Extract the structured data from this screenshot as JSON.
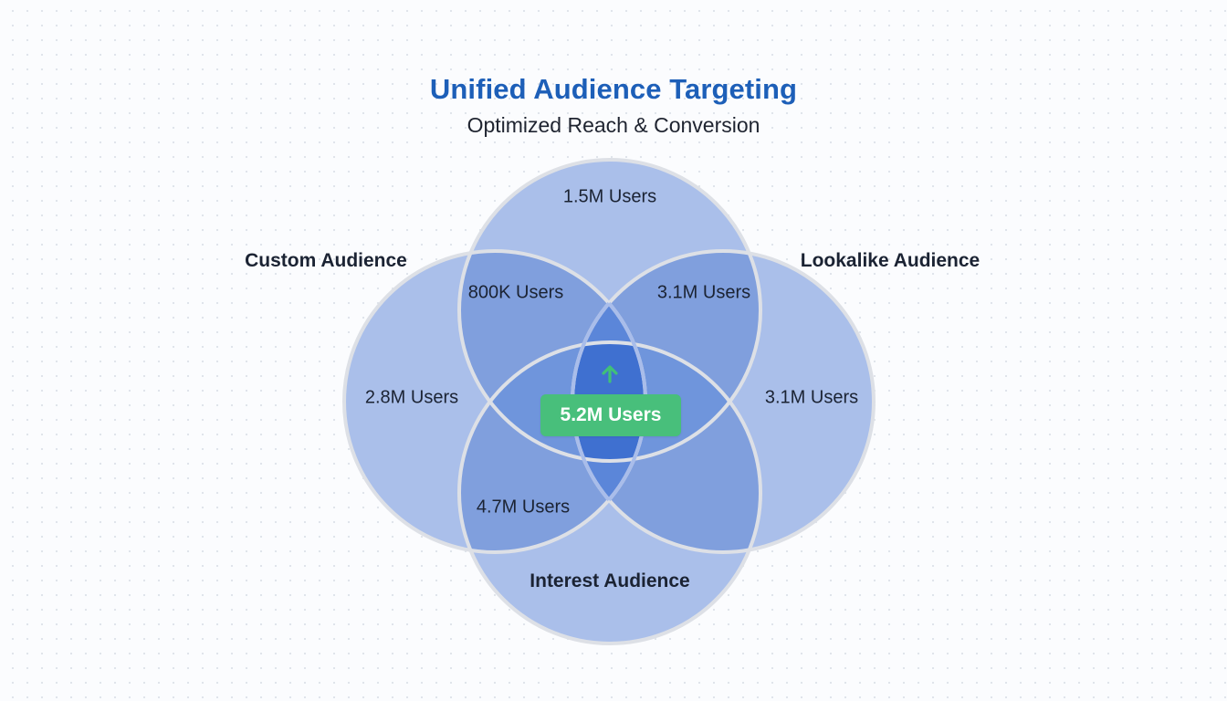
{
  "header": {
    "title": "Unified Audience Targeting",
    "subtitle": "Optimized Reach & Conversion"
  },
  "sets": [
    {
      "id": "top",
      "label": "",
      "exclusive_value": "1.5M Users"
    },
    {
      "id": "custom",
      "label": "Custom Audience",
      "exclusive_value": "2.8M Users"
    },
    {
      "id": "lookalike",
      "label": "Lookalike Audience",
      "exclusive_value": "3.1M Users"
    },
    {
      "id": "interest",
      "label": "Interest Audience",
      "exclusive_value": ""
    }
  ],
  "overlaps": {
    "custom_top": "800K Users",
    "lookalike_top": "3.1M Users",
    "custom_interest": "4.7M Users"
  },
  "center": {
    "value": "5.2M Users",
    "icon": "arrow-up-icon"
  },
  "colors": {
    "title": "#1d5fb8",
    "circle_fill": "#a9bfea",
    "circle_overlap": "#7ea0df",
    "circle_core": "#5a85d8",
    "circle_center": "#3f6fd0",
    "circle_stroke": "#d9dce3",
    "badge": "#48bf7b",
    "arrow": "#3fbf76"
  }
}
